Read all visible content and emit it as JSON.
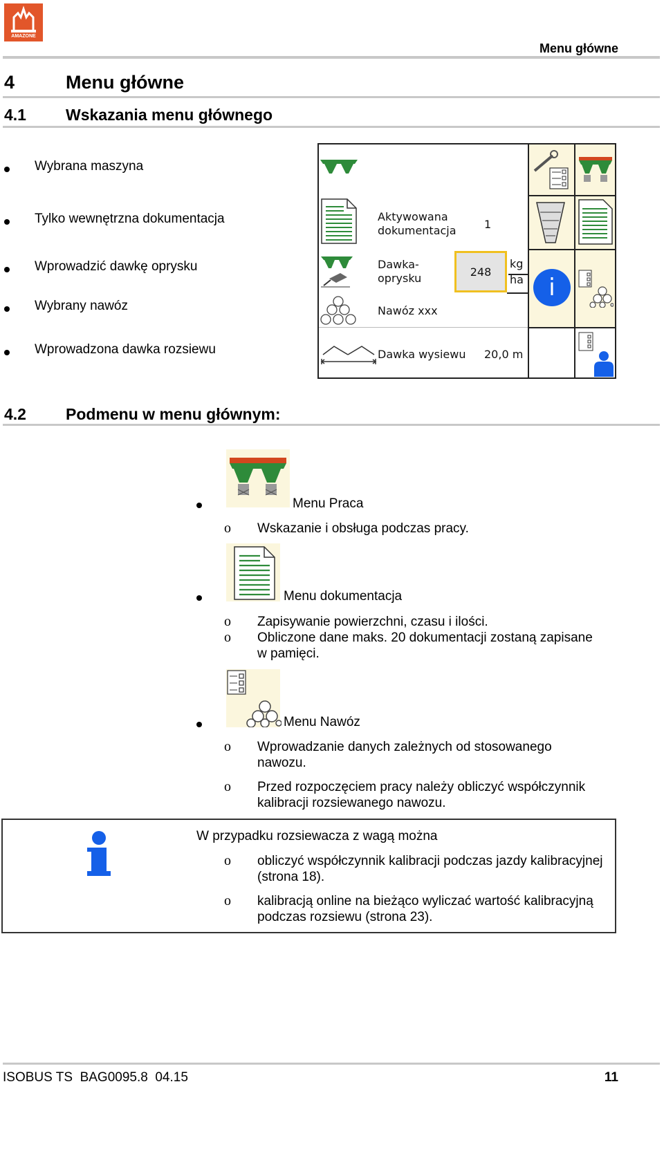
{
  "header": {
    "brand": "AMAZONE",
    "section_title": "Menu główne"
  },
  "chapter": {
    "number": "4",
    "title": "Menu główne"
  },
  "section1": {
    "number": "4.1",
    "title": "Wskazania menu głównego",
    "bullets": [
      "Wybrana maszyna",
      "Tylko wewnętrzna dokumentacja",
      "Wprowadzić dawkę oprysku",
      "Wybrany nawóz",
      "Wprowadzona dawka rozsiewu"
    ]
  },
  "screen": {
    "doc_label_line1": "Aktywowana",
    "doc_label_line2": "dokumentacja",
    "doc_value": "1",
    "rate_label_line1": "Dawka-",
    "rate_label_line2": "oprysku",
    "rate_value": "248",
    "rate_unit_top": "kg",
    "rate_unit_bottom": "ha",
    "fert_label": "Nawóz xxx",
    "width_label": "Dawka wysiewu",
    "width_value": "20,0 m",
    "info_glyph": "i",
    "accent_green": "#2e8b3a",
    "accent_red": "#d2471e",
    "softkey_bg": "#fbf6dd",
    "highlight": "#f0c020",
    "info_blue": "#1560e8"
  },
  "section2": {
    "number": "4.2",
    "title": "Podmenu w menu głównym:",
    "items": [
      {
        "title": "Menu Praca",
        "subs": [
          "Wskazanie i obsługa podczas pracy."
        ]
      },
      {
        "title": "Menu dokumentacja",
        "subs": [
          "Zapisywanie powierzchni, czasu i ilości.",
          "Obliczone dane maks. 20 dokumentacji zostaną zapisane",
          "w pamięci."
        ]
      },
      {
        "title": "Menu Nawóz",
        "subs": [
          "Wprowadzanie danych zależnych od stosowanego",
          "nawozu.",
          "Przed rozpoczęciem pracy należy obliczyć współczynnik",
          "kalibracji rozsiewanego nawozu."
        ]
      }
    ],
    "sub_marker": "o"
  },
  "note": {
    "title": "W przypadku rozsiewacza z wagą można",
    "lines": [
      "obliczyć współczynnik kalibracji podczas jazdy kalibracyjnej",
      "(strona 18).",
      "kalibracją online na bieżąco wyliczać wartość kalibracyjną",
      "podczas rozsiewu (strona 23)."
    ]
  },
  "footer": {
    "left": "ISOBUS TS  BAG0095.8  04.15",
    "page": "11"
  }
}
